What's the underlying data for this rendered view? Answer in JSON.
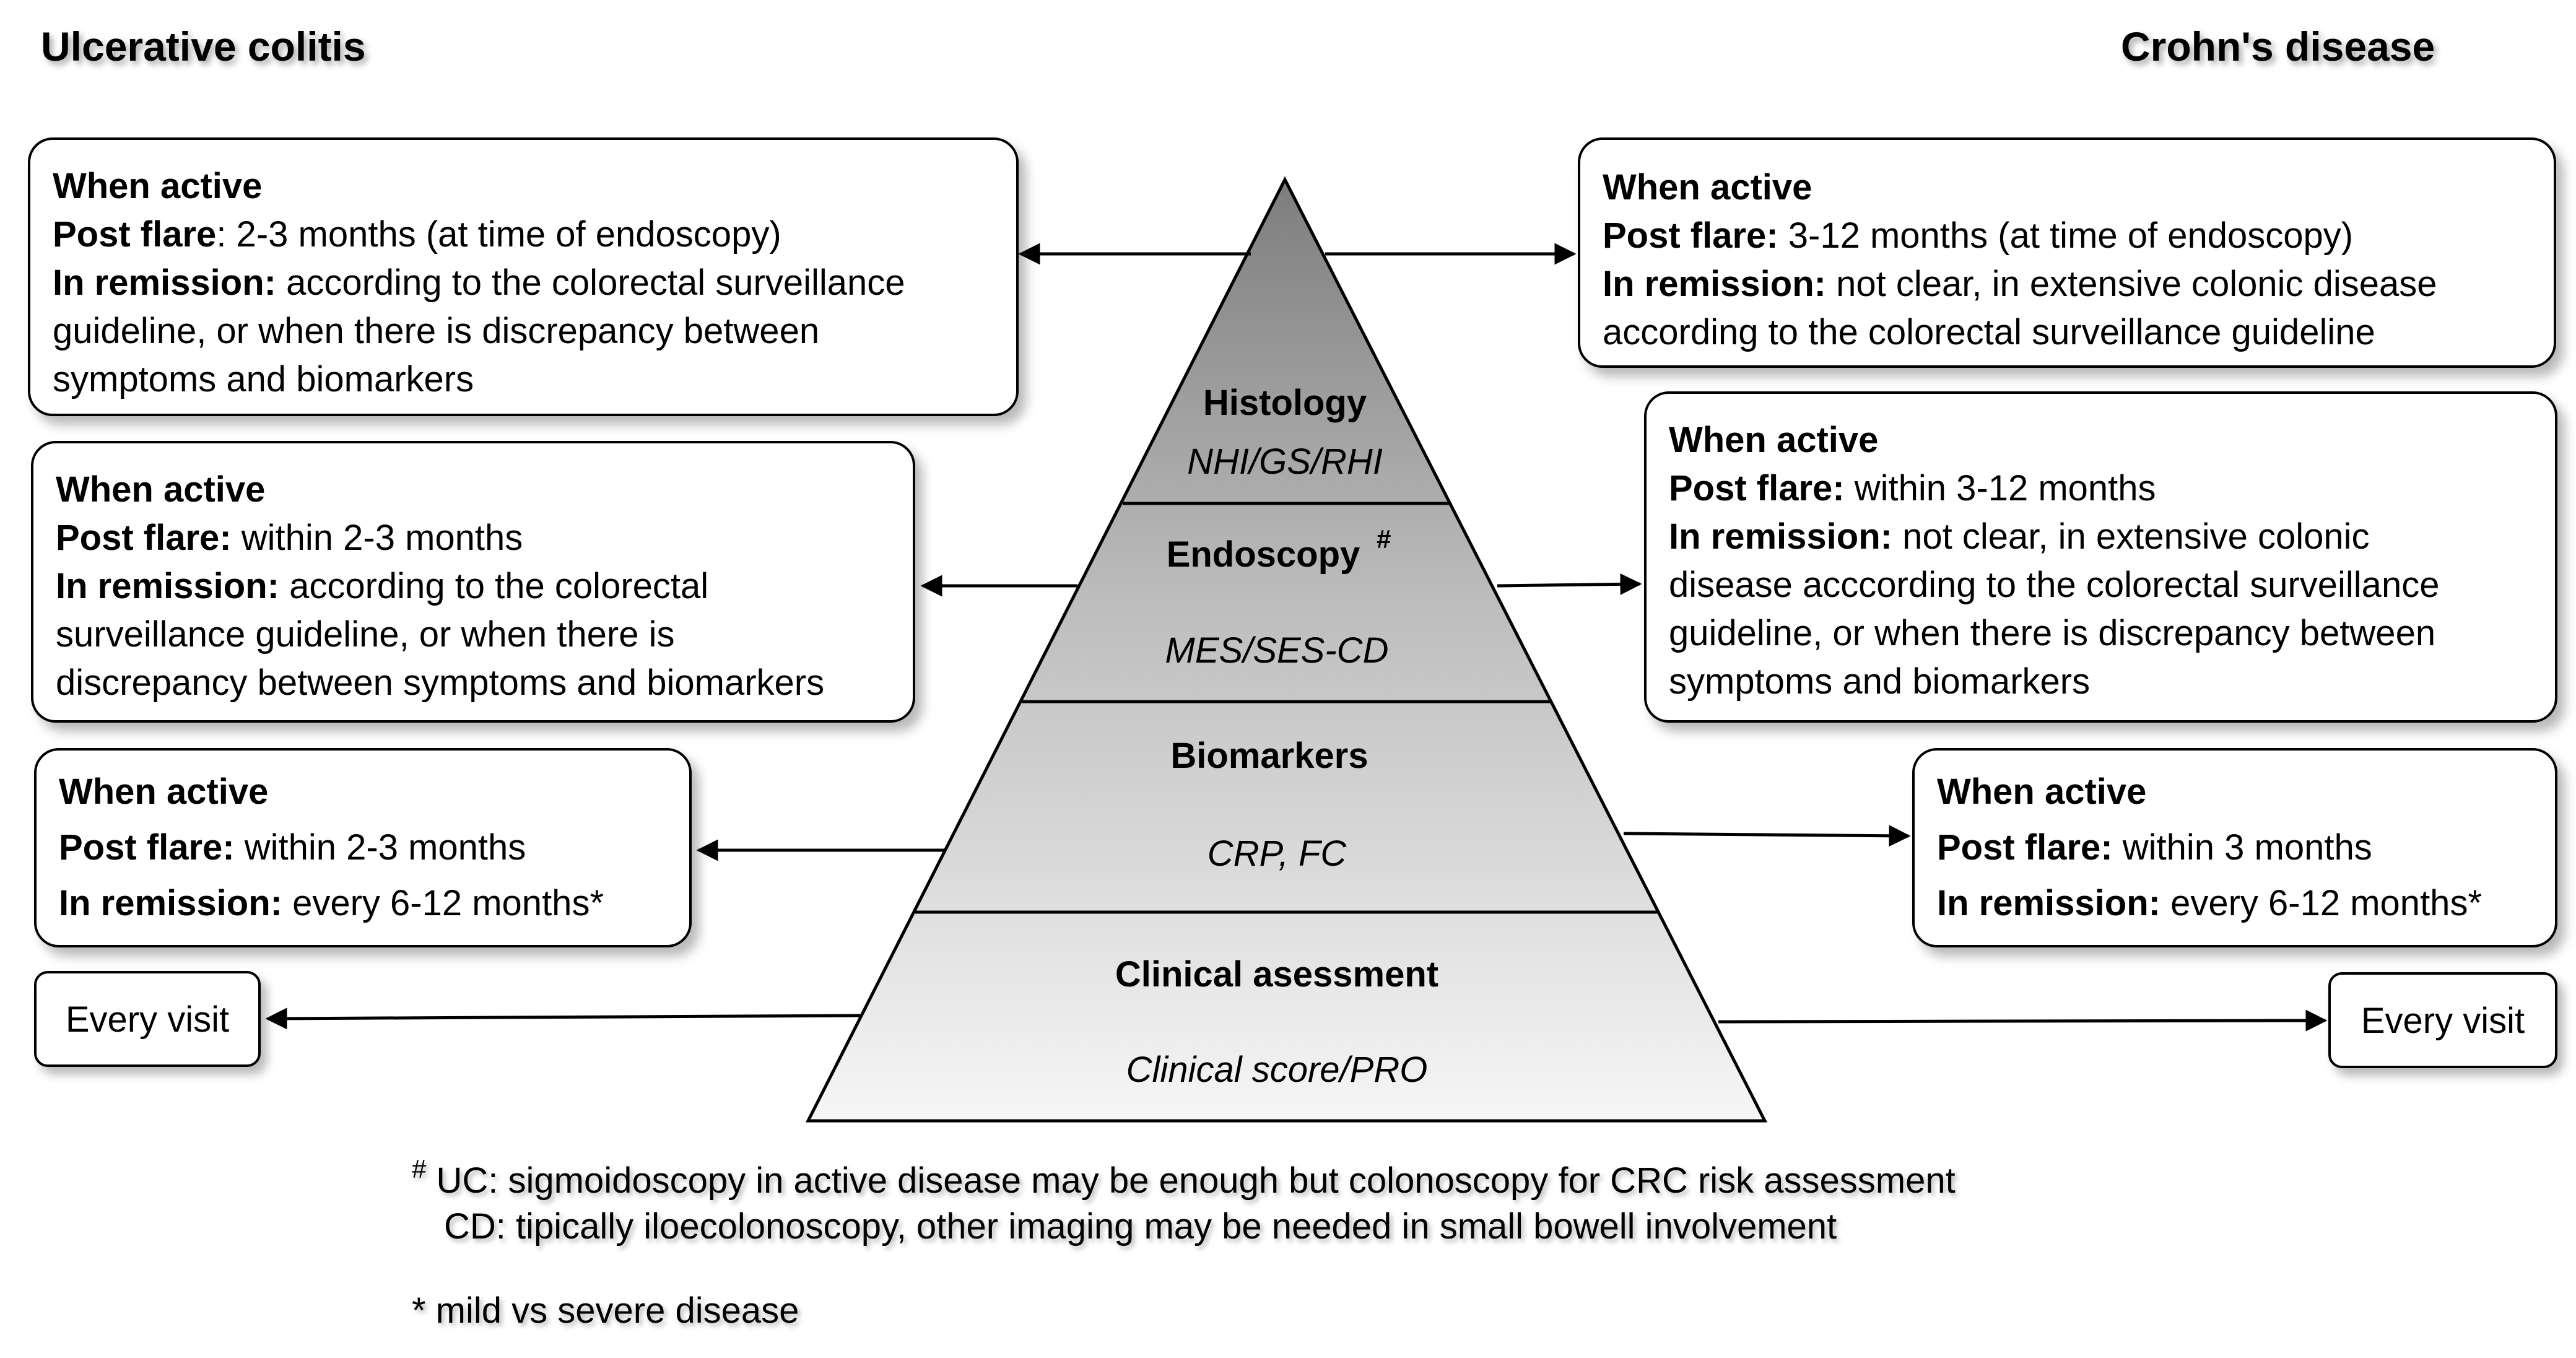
{
  "headings": {
    "left": "Ulcerative colitis",
    "right": "Crohn's disease"
  },
  "pyramid": {
    "levels": [
      {
        "title": "Histology",
        "title_mark": "",
        "subtitle": "NHI/GS/RHI"
      },
      {
        "title": "Endoscopy",
        "title_mark": "#",
        "subtitle": "MES/SES-CD"
      },
      {
        "title": "Biomarkers",
        "title_mark": "",
        "subtitle": "CRP, FC"
      },
      {
        "title": "Clinical asessment",
        "title_mark": "",
        "subtitle": "Clinical score/PRO"
      }
    ]
  },
  "uc": {
    "histology": {
      "when_active": "When active",
      "post_flare_label": "Post flare",
      "post_flare_text": ": 2-3 months (at time of endoscopy)",
      "remission_label": "In remission:",
      "remission_lines": [
        " according to the colorectal surveillance",
        "guideline, or when there is discrepancy between",
        "symptoms and biomarkers"
      ]
    },
    "endoscopy": {
      "when_active": "When active",
      "post_flare_label": "Post flare:",
      "post_flare_text": " within 2-3 months",
      "remission_label": "In remission:",
      "remission_lines": [
        " according to the colorectal",
        "surveillance guideline, or when there is",
        "discrepancy between symptoms and biomarkers"
      ]
    },
    "biomarkers": {
      "when_active": "When active",
      "post_flare_label": "Post flare:",
      "post_flare_text": " within 2-3 months",
      "remission_label": "In remission:",
      "remission_text": " every 6-12 months*"
    },
    "clinical": "Every visit"
  },
  "cd": {
    "histology": {
      "when_active": "When active",
      "post_flare_label": "Post flare:",
      "post_flare_text": " 3-12 months (at time of endoscopy)",
      "remission_label": "In remission:",
      "remission_lines": [
        " not clear, in extensive colonic disease",
        "according to the colorectal surveillance guideline"
      ]
    },
    "endoscopy": {
      "when_active": "When active",
      "post_flare_label": "Post flare:",
      "post_flare_text": " within 3-12 months",
      "remission_label": "In remission:",
      "remission_lines": [
        " not clear, in extensive colonic",
        "disease acccording to the colorectal surveillance",
        "guideline, or when there is discrepancy between",
        "symptoms and biomarkers"
      ]
    },
    "biomarkers": {
      "when_active": "When active",
      "post_flare_label": "Post flare:",
      "post_flare_text": " within 3 months",
      "remission_label": "In remission:",
      "remission_text": " every 6-12 months*"
    },
    "clinical": "Every visit"
  },
  "footnotes": {
    "hash_mark": "#",
    "hash_line1": " UC: sigmoidoscopy in active disease may be enough but colonoscopy for CRC risk assessment",
    "hash_line2": "CD: tipically iloecolonoscopy, other imaging may be needed in small bowell involvement",
    "star": "* mild vs severe disease"
  },
  "colors": {
    "apex": "#7d7d7d",
    "base": "#f6f6f6",
    "stroke": "#000000"
  }
}
